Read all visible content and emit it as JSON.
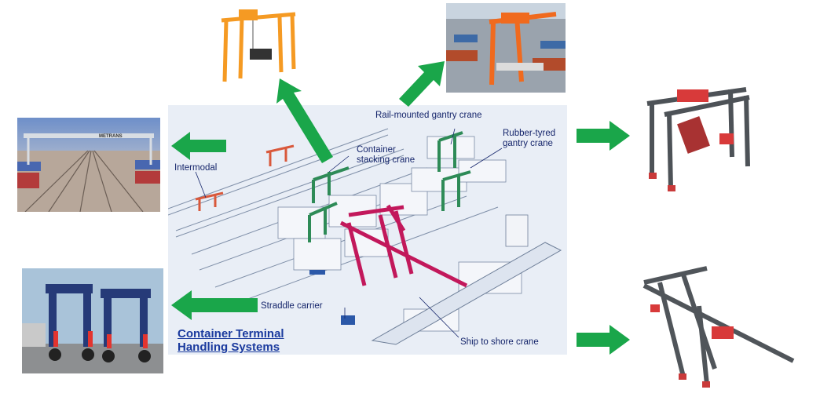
{
  "diagram": {
    "title_line1": "Container Terminal",
    "title_line2": "Handling Systems",
    "labels": {
      "rail_mounted": "Rail-mounted gantry crane",
      "rubber_tyred_1": "Rubber-tyred",
      "rubber_tyred_2": "gantry crane",
      "container_stacking_1": "Container",
      "container_stacking_2": "stacking crane",
      "intermodal": "Intermodal",
      "straddle_carrier": "Straddle carrier",
      "ship_to_shore": "Ship to shore crane"
    },
    "photo_captions": {
      "intermodal_photo": "METRANS"
    },
    "colors": {
      "arrow": "#1aa64a",
      "crane_magenta": "#c2185b",
      "crane_green": "#2e8b57",
      "crane_orange": "#f59a23",
      "panel_bg": "#e9eef6",
      "title": "#1a3a9e"
    }
  }
}
